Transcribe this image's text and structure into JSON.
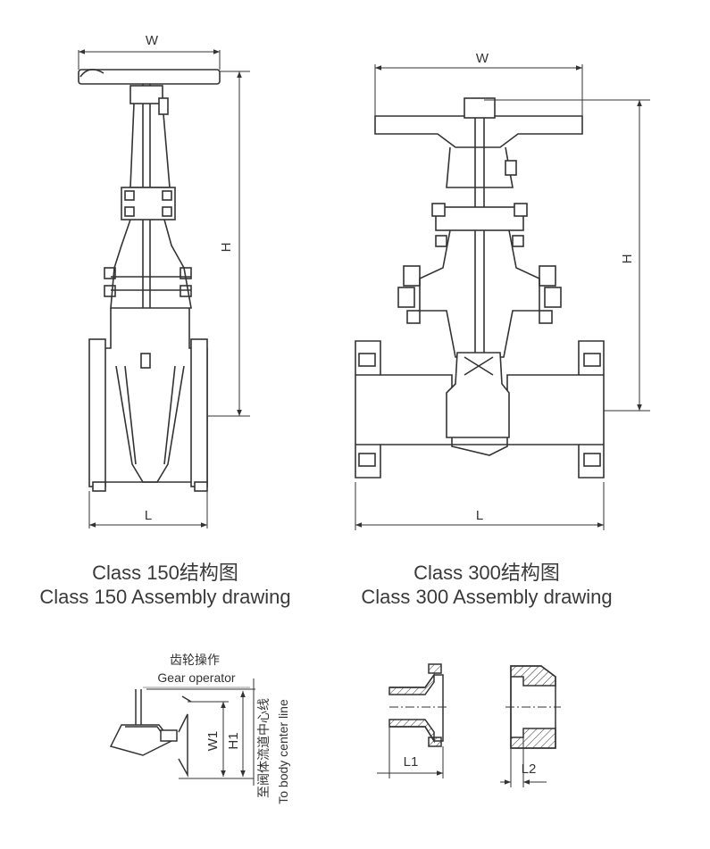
{
  "drawing_a": {
    "caption_cn": "Class 150结构图",
    "caption_en": "Class 150 Assembly drawing",
    "dim_w": "W",
    "dim_h": "H",
    "dim_l": "L"
  },
  "drawing_b": {
    "caption_cn": "Class 300结构图",
    "caption_en": "Class 300 Assembly drawing",
    "dim_w": "W",
    "dim_h": "H",
    "dim_l": "L"
  },
  "gear_detail": {
    "label_cn": "齿轮操作",
    "label_en": "Gear operator",
    "dim_w1": "W1",
    "dim_h1": "H1",
    "note_cn": "至阀体流道中心线",
    "note_en": "To body center line"
  },
  "weld_end_detail": {
    "dim": "L1"
  },
  "socket_end_detail": {
    "dim": "L2"
  },
  "colors": {
    "line": "#333333",
    "background": "#ffffff"
  }
}
